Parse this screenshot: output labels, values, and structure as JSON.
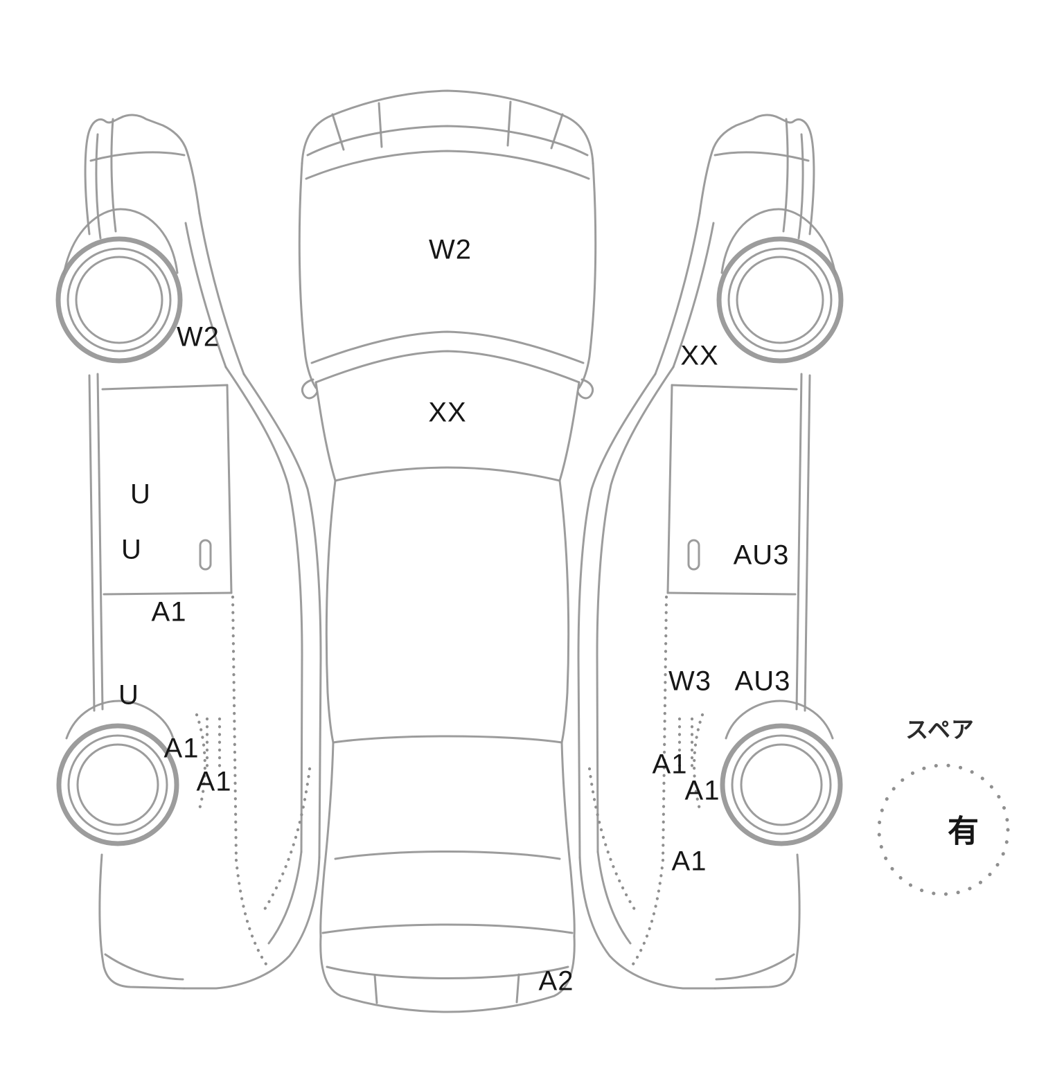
{
  "diagram": {
    "kind": "vehicle-inspection-damage-diagram",
    "views": [
      "top-view",
      "left-side-view",
      "right-side-view",
      "spare-tire"
    ],
    "colors": {
      "background": "#ffffff",
      "line": "#979797",
      "label_text": "#161616"
    }
  },
  "labels": {
    "top_hood": "W2",
    "top_windshield": "XX",
    "top_rear_bumper": "A2",
    "left_front_fender": "W2",
    "left_front_door_upper": "U",
    "left_front_door_lower": "U",
    "left_rear_door": "A1",
    "left_rocker": "U",
    "left_quarter_upper": "A1",
    "left_quarter_lower": "A1",
    "right_front_fender": "XX",
    "right_front_door": "AU3",
    "right_quarter_w3": "W3",
    "right_quarter_au3": "AU3",
    "right_quarter_a1_upper": "A1",
    "right_quarter_a1_mid": "A1",
    "right_rear_bumper": "A1"
  },
  "spare": {
    "label": "スペア",
    "value": "有"
  }
}
